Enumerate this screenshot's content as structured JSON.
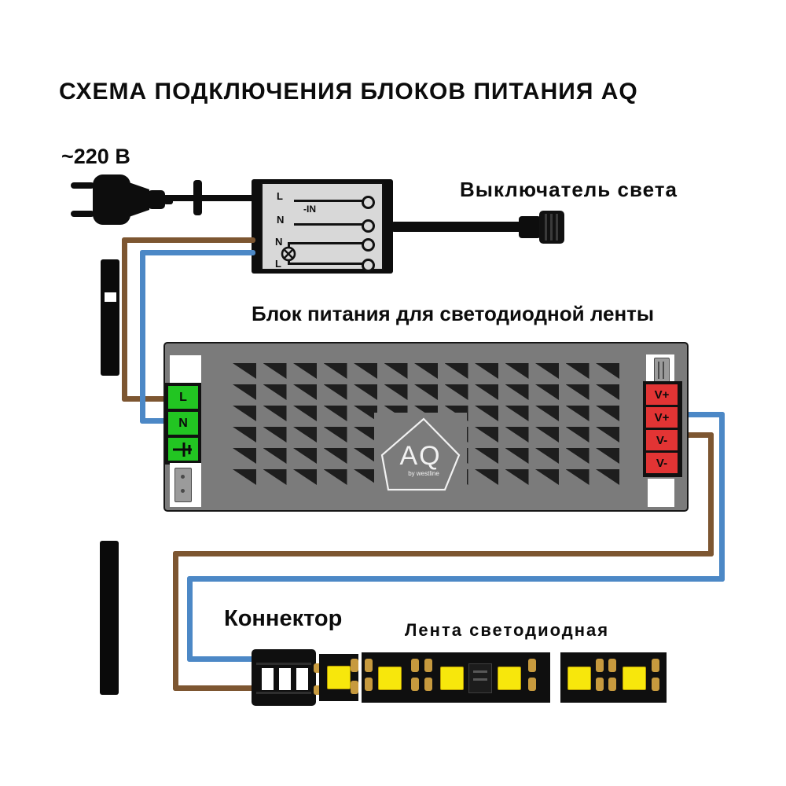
{
  "title": "СХЕМА ПОДКЛЮЧЕНИЯ БЛОКОВ ПИТАНИЯ AQ",
  "mains": {
    "voltage_label": "~220 В"
  },
  "switch_box": {
    "input_terminals": [
      "L",
      "N"
    ],
    "dim_input_label": "-IN",
    "load_terminals": [
      "N",
      "L"
    ]
  },
  "remote_switch": {
    "label": "Выключатель света"
  },
  "psu": {
    "label": "Блок питания для светодиодной ленты",
    "input_terminals": [
      "L",
      "N"
    ],
    "output_terminals": [
      "V+",
      "V+",
      "V-",
      "V-"
    ],
    "logo_text": "AQ",
    "logo_subtext": "by westline"
  },
  "led": {
    "connector_label": "Коннектор",
    "strip_label": "Лента светодиодная"
  },
  "icons": {
    "earth": "ground-symbol",
    "lamp": "lamp-circle-cross",
    "plug": "power-plug"
  },
  "colors": {
    "wire_brown": "#7d5631",
    "wire_blue": "#4c88c6",
    "psu_body": "#7b7b7b",
    "terminal_green": "#22c522",
    "terminal_red": "#e23434",
    "led_yellow": "#f7e70c",
    "pad_gold": "#c79a3e",
    "box_gray": "#d8d8d8"
  }
}
